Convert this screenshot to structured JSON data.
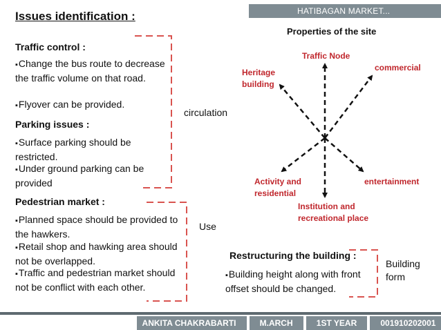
{
  "header": {
    "title": "HATIBAGAN MARKET..."
  },
  "page_title": "Issues identification :",
  "traffic": {
    "heading": "Traffic control :",
    "bullets": [
      "Change the bus route to decrease the traffic volume on that road.",
      "Flyover can be provided."
    ]
  },
  "parking": {
    "heading": "Parking issues :",
    "bullets": [
      "Surface parking should be restricted.",
      "Under ground parking can be provided"
    ]
  },
  "pedestrian": {
    "heading": "Pedestrian market :",
    "bullets": [
      "Planned space should be provided to the hawkers.",
      "Retail shop and hawking area should not be overlapped.",
      "Traffic and pedestrian market should not be conflict with each other."
    ]
  },
  "labels": {
    "circulation": "circulation",
    "use": "Use",
    "building_form": "Building form"
  },
  "properties": {
    "title": "Properties of the site",
    "nodes": {
      "traffic_node": "Traffic  Node",
      "heritage": "Heritage building",
      "commercial": "commercial",
      "activity": "Activity and residential",
      "entertainment": "entertainment",
      "institution": "Institution and recreational place"
    }
  },
  "restructuring": {
    "heading": "Restructuring  the building :",
    "bullets": [
      "Building height along with front offset should be changed."
    ]
  },
  "footer": {
    "name": "ANKITA CHAKRABARTI",
    "course": "M.ARCH",
    "year": "1ST YEAR",
    "id": "001910202001"
  },
  "colors": {
    "accent_red": "#c0272d",
    "band_grey": "#7f8c93",
    "bracket_red": "#d9534f"
  }
}
